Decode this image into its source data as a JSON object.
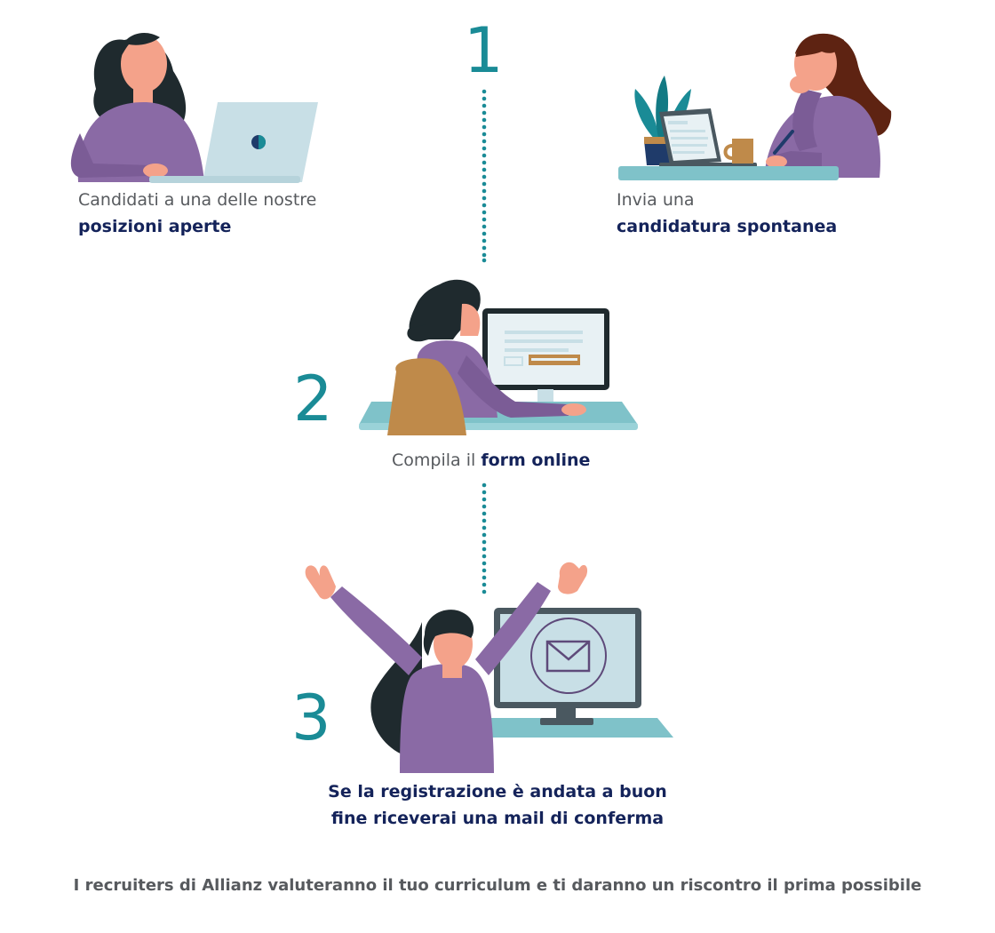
{
  "steps": {
    "one": {
      "number": "1",
      "left": {
        "text": "Candidati a una delle nostre",
        "highlight": "posizioni aperte"
      },
      "right": {
        "text": "Invia una",
        "highlight": "candidatura spontanea"
      }
    },
    "two": {
      "number": "2",
      "text": "Compila il",
      "highlight": "form online"
    },
    "three": {
      "number": "3",
      "line1": "Se la registrazione è andata a buon",
      "line2": "fine riceverai una mail di conferma"
    }
  },
  "footer": "I recruiters di Allianz valuteranno il tuo curriculum e ti daranno un riscontro il prima possibile",
  "colors": {
    "teal": "#1a8b96",
    "navy": "#14235a",
    "gray_text": "#575a5e",
    "purple": "#8a6aa5",
    "skin": "#f4a28a",
    "hair_dark": "#1f2a2e",
    "hair_brown": "#5e2312",
    "desk": "#7fc2c9",
    "screen": "#c8dfe6",
    "chair": "#bf8a4a"
  }
}
